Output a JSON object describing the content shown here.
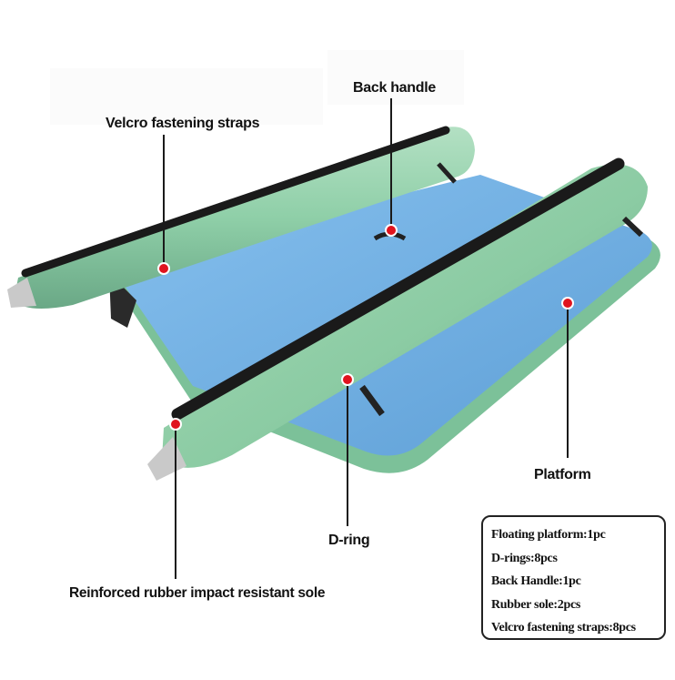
{
  "labels": {
    "velcro": "Velcro fastening straps",
    "back_handle": "Back handle",
    "platform": "Platform",
    "d_ring": "D-ring",
    "sole": "Reinforced rubber impact resistant sole"
  },
  "contents_list": [
    "Floating platform:1pc",
    "D-rings:8pcs",
    "Back Handle:1pc",
    "Rubber sole:2pcs",
    "Velcro fastening straps:8pcs"
  ],
  "colors": {
    "tube_green": "#8fcfa8",
    "platform_blue": "#78b4e3",
    "marker_red": "#e0141e",
    "seam_black": "#1a1a1a"
  }
}
